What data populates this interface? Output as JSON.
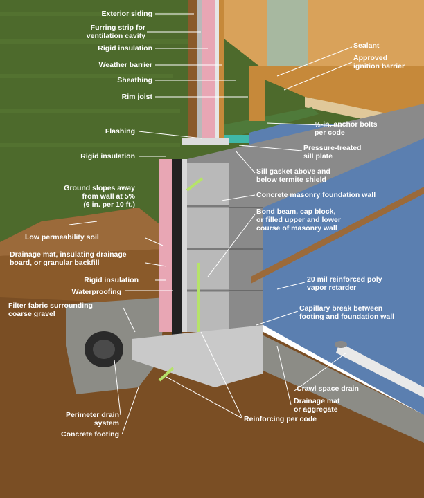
{
  "colors": {
    "sky_grass": "#4d6a2c",
    "soil": "#7a4e24",
    "soil_light": "#9b6a3a",
    "block": "#8a8a8a",
    "vapor_retarder": "#5b7fb0",
    "concrete": "#c9c9c9",
    "insulation_pink": "#e8a6b4",
    "sill_green": "#4f7a3a",
    "lumber": "#c6893a",
    "label_text": "#ffffff"
  },
  "labels": {
    "exterior_siding": "Exterior siding",
    "furring_strip": "Furring strip for\nventilation cavity",
    "rigid_insulation_top": "Rigid insulation",
    "weather_barrier": "Weather barrier",
    "sheathing": "Sheathing",
    "rim_joist": "Rim joist",
    "flashing": "Flashing",
    "rigid_insulation_mid": "Rigid insulation",
    "ground_slopes": "Ground slopes away\nfrom wall at 5%\n(6 in. per 10 ft.)",
    "low_permeability_soil": "Low permeability soil",
    "drainage_mat_backfill": "Drainage mat, insulating drainage\nboard, or granular backfill",
    "rigid_insulation_low": "Rigid insulation",
    "waterproofing": "Waterproofing",
    "filter_fabric": "Filter fabric surrounding\ncoarse gravel",
    "perimeter_drain": "Perimeter drain\nsystem",
    "concrete_footing": "Concrete footing",
    "sealant": "Sealant",
    "approved_ignition_barrier": "Approved\nignition barrier",
    "anchor_bolts": "½-in. anchor bolts\nper code",
    "sill_plate": "Pressure-treated\nsill plate",
    "sill_gasket": "Sill gasket above and\nbelow termite shield",
    "cmu_wall": "Concrete masonry foundation wall",
    "bond_beam": "Bond beam, cap block,\nor filled upper and lower\ncourse of masonry wall",
    "vapor_retarder": "20 mil reinforced poly\nvapor retarder",
    "capillary_break": "Capillary break between\nfooting and foundation wall",
    "crawl_space_drain": "Crawl space drain",
    "drainage_mat_aggregate": "Drainage mat\nor aggregate",
    "reinforcing": "Reinforcing per code"
  }
}
